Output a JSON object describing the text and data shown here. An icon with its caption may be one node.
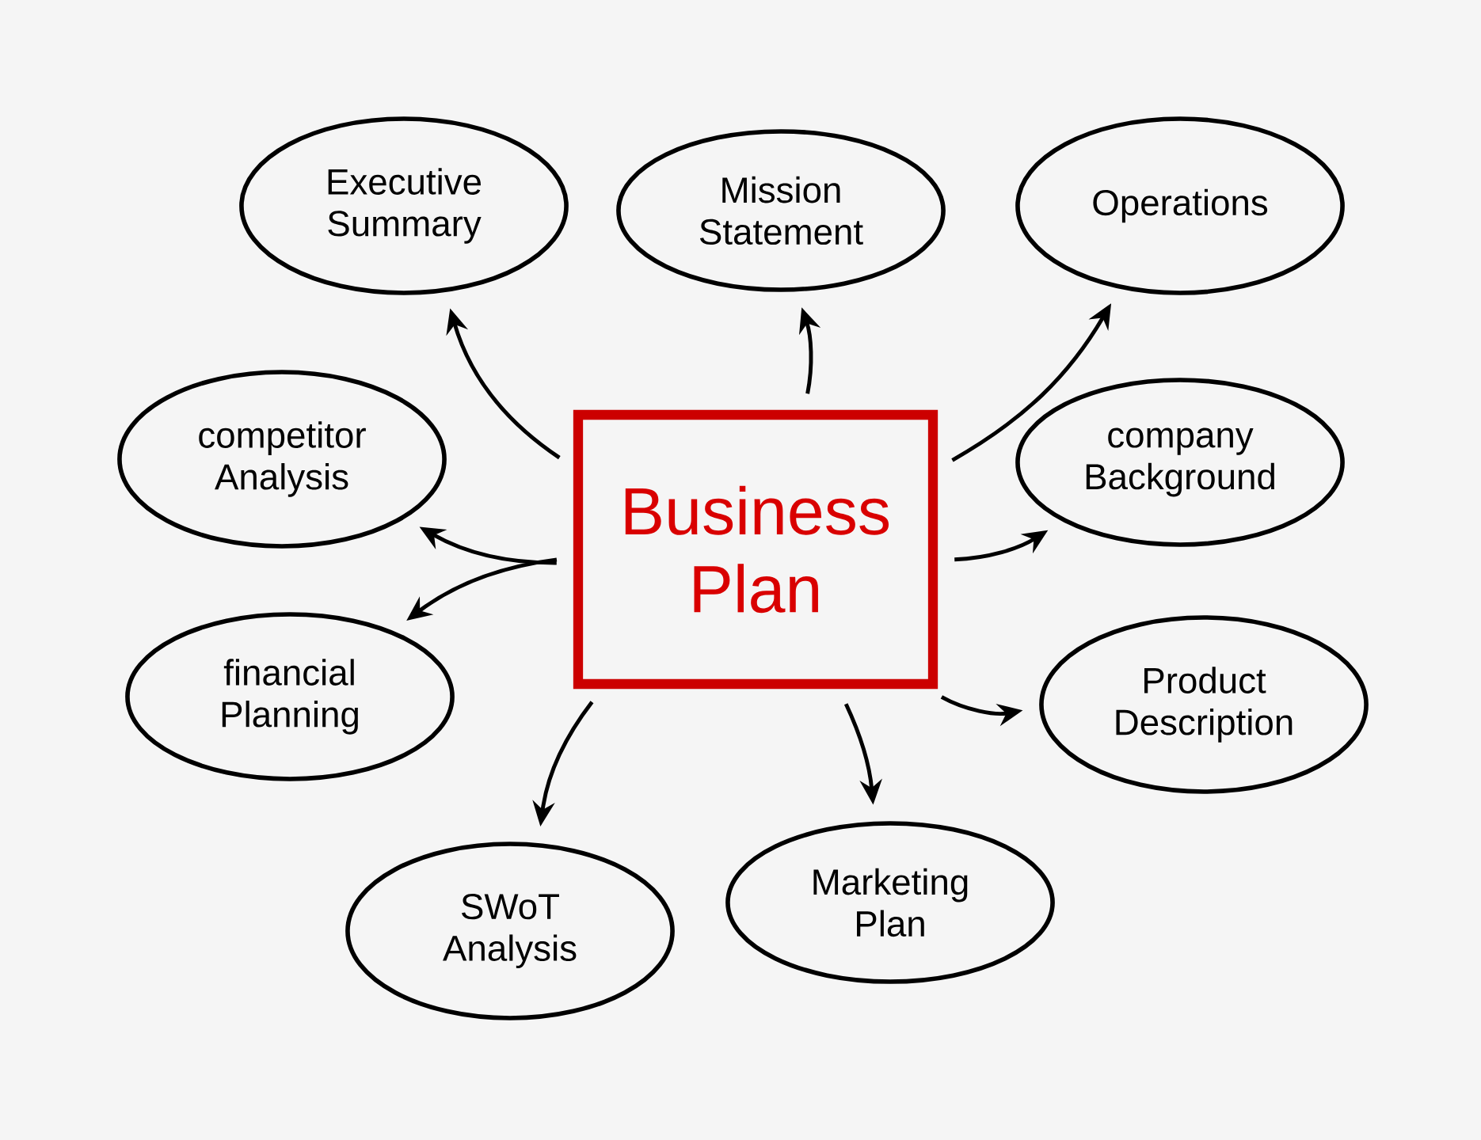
{
  "diagram": {
    "nodes": [
      {
        "text": [
          "Business Plan"
        ]
      },
      {
        "text": [
          "Executive Summary"
        ]
      },
      {
        "text": [
          "Mission Statement"
        ]
      },
      {
        "text": [
          "Operations"
        ]
      },
      {
        "text": [
          "competitor Analysis"
        ]
      },
      {
        "text": [
          "company Background"
        ]
      },
      {
        "text": [
          "financial Planning"
        ]
      },
      {
        "text": [
          "Product Description"
        ]
      },
      {
        "text": [
          "SWoT Analysis"
        ]
      },
      {
        "text": [
          "Marketing Plan"
        ]
      }
    ],
    "edges": [
      {
        "from": 0,
        "to": 1,
        "arrow": "to"
      },
      {
        "from": 0,
        "to": 2,
        "arrow": "to"
      },
      {
        "from": 0,
        "to": 3,
        "arrow": "to"
      },
      {
        "from": 0,
        "to": 4,
        "arrow": "to"
      },
      {
        "from": 0,
        "to": 5,
        "arrow": "to"
      },
      {
        "from": 0,
        "to": 6,
        "arrow": "to"
      },
      {
        "from": 0,
        "to": 7,
        "arrow": "to"
      },
      {
        "from": 0,
        "to": 8,
        "arrow": "to"
      },
      {
        "from": 0,
        "to": 9,
        "arrow": "to"
      }
    ]
  }
}
